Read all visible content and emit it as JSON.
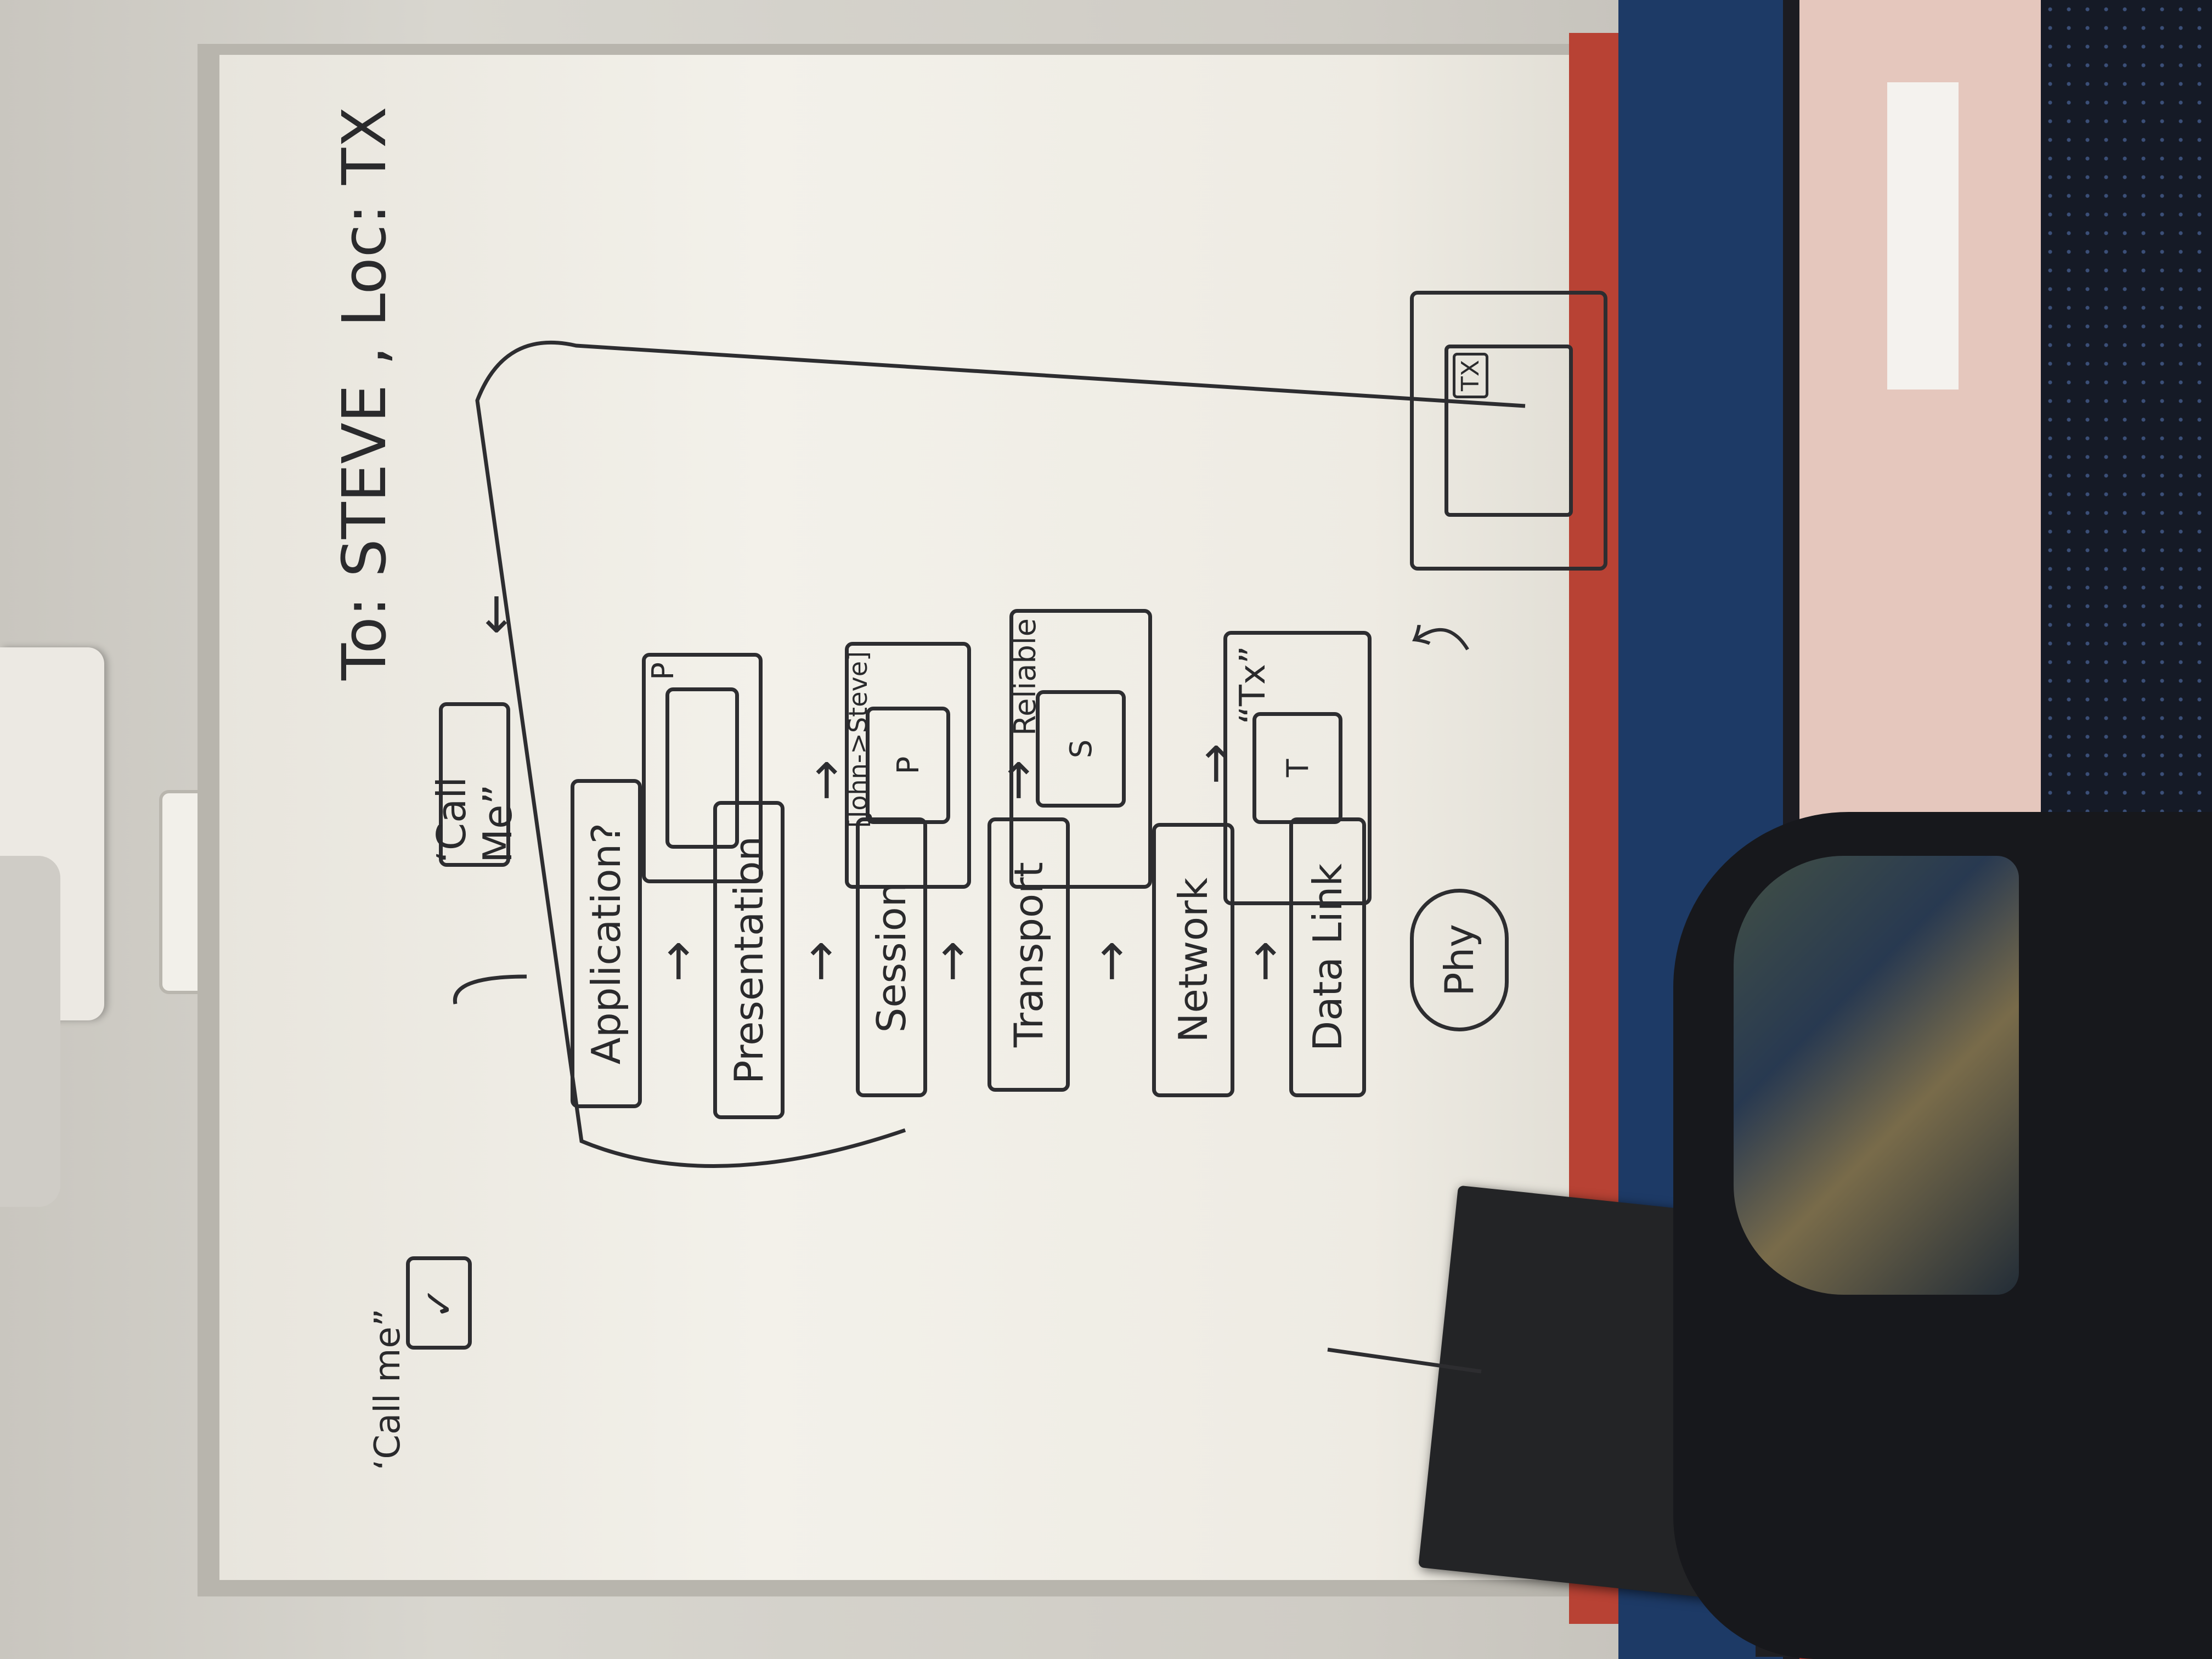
{
  "whiteboard": {
    "header": "To: STEVE , Loc: TX",
    "osi_layers": [
      "Application?",
      "Presentation",
      "Session",
      "Transport",
      "Network",
      "Data Link"
    ],
    "phy_label": "Phy",
    "call_label": "‘Call me”",
    "message_sequence": [
      {
        "outer_label": "‘Call Me”",
        "inner_label": ""
      },
      {
        "outer_label": "P",
        "inner_label": ""
      },
      {
        "outer_label": "[John->Steve]",
        "inner_label": "P"
      },
      {
        "outer_label": "Reliable",
        "inner_label": "S"
      },
      {
        "outer_label": "“Tx”",
        "inner_label": "T"
      }
    ],
    "tx_box_label": "TX"
  }
}
